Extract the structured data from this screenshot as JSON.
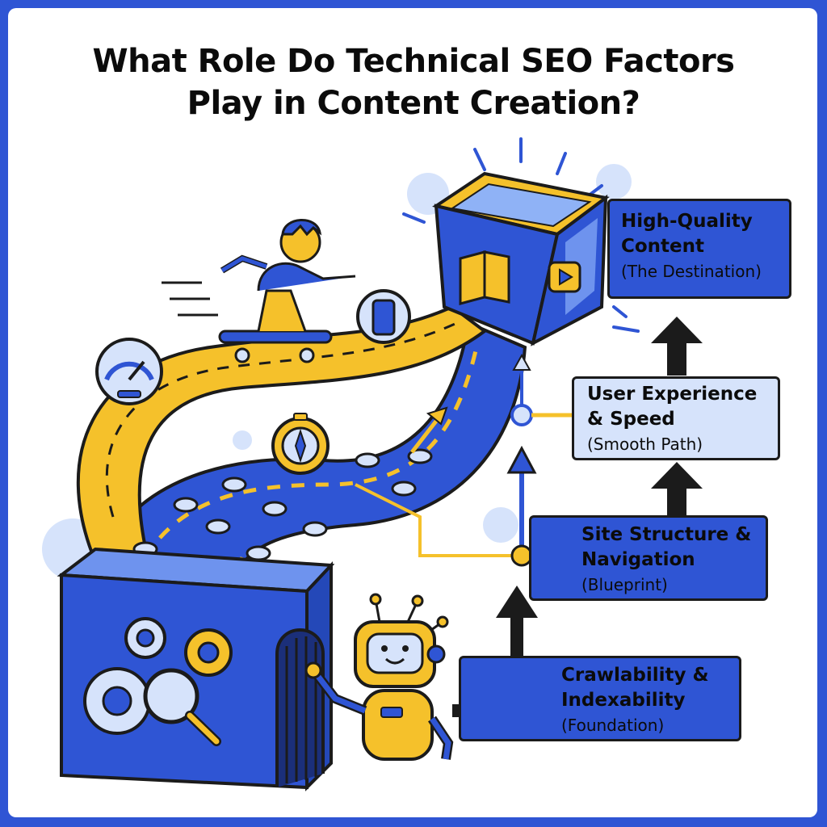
{
  "title": {
    "line1": "What Role Do Technical SEO Factors",
    "line2": "Play in Content Creation?"
  },
  "stages": [
    {
      "line1": "High-Quality",
      "line2": "Content",
      "line3": "(The Destination)"
    },
    {
      "line1": "User Experience",
      "line2": "& Speed",
      "line3": "(Smooth Path)"
    },
    {
      "line1": "Site Structure &",
      "line2": "Navigation",
      "line3": "(Blueprint)"
    },
    {
      "line1": "Crawlability &",
      "line2": "Indexability",
      "line3": "(Foundation)"
    }
  ],
  "colors": {
    "primary_blue": "#2f55d4",
    "accent_yellow": "#f5c12b",
    "light_blue": "#d6e3fb",
    "outline": "#1b1b1b",
    "frame_border": "#2f55d4"
  },
  "icons": [
    "speedometer-icon",
    "smartphone-icon",
    "compass-icon",
    "book-icon",
    "play-icon",
    "gear-icon",
    "magnifier-icon",
    "robot",
    "skateboarder"
  ]
}
